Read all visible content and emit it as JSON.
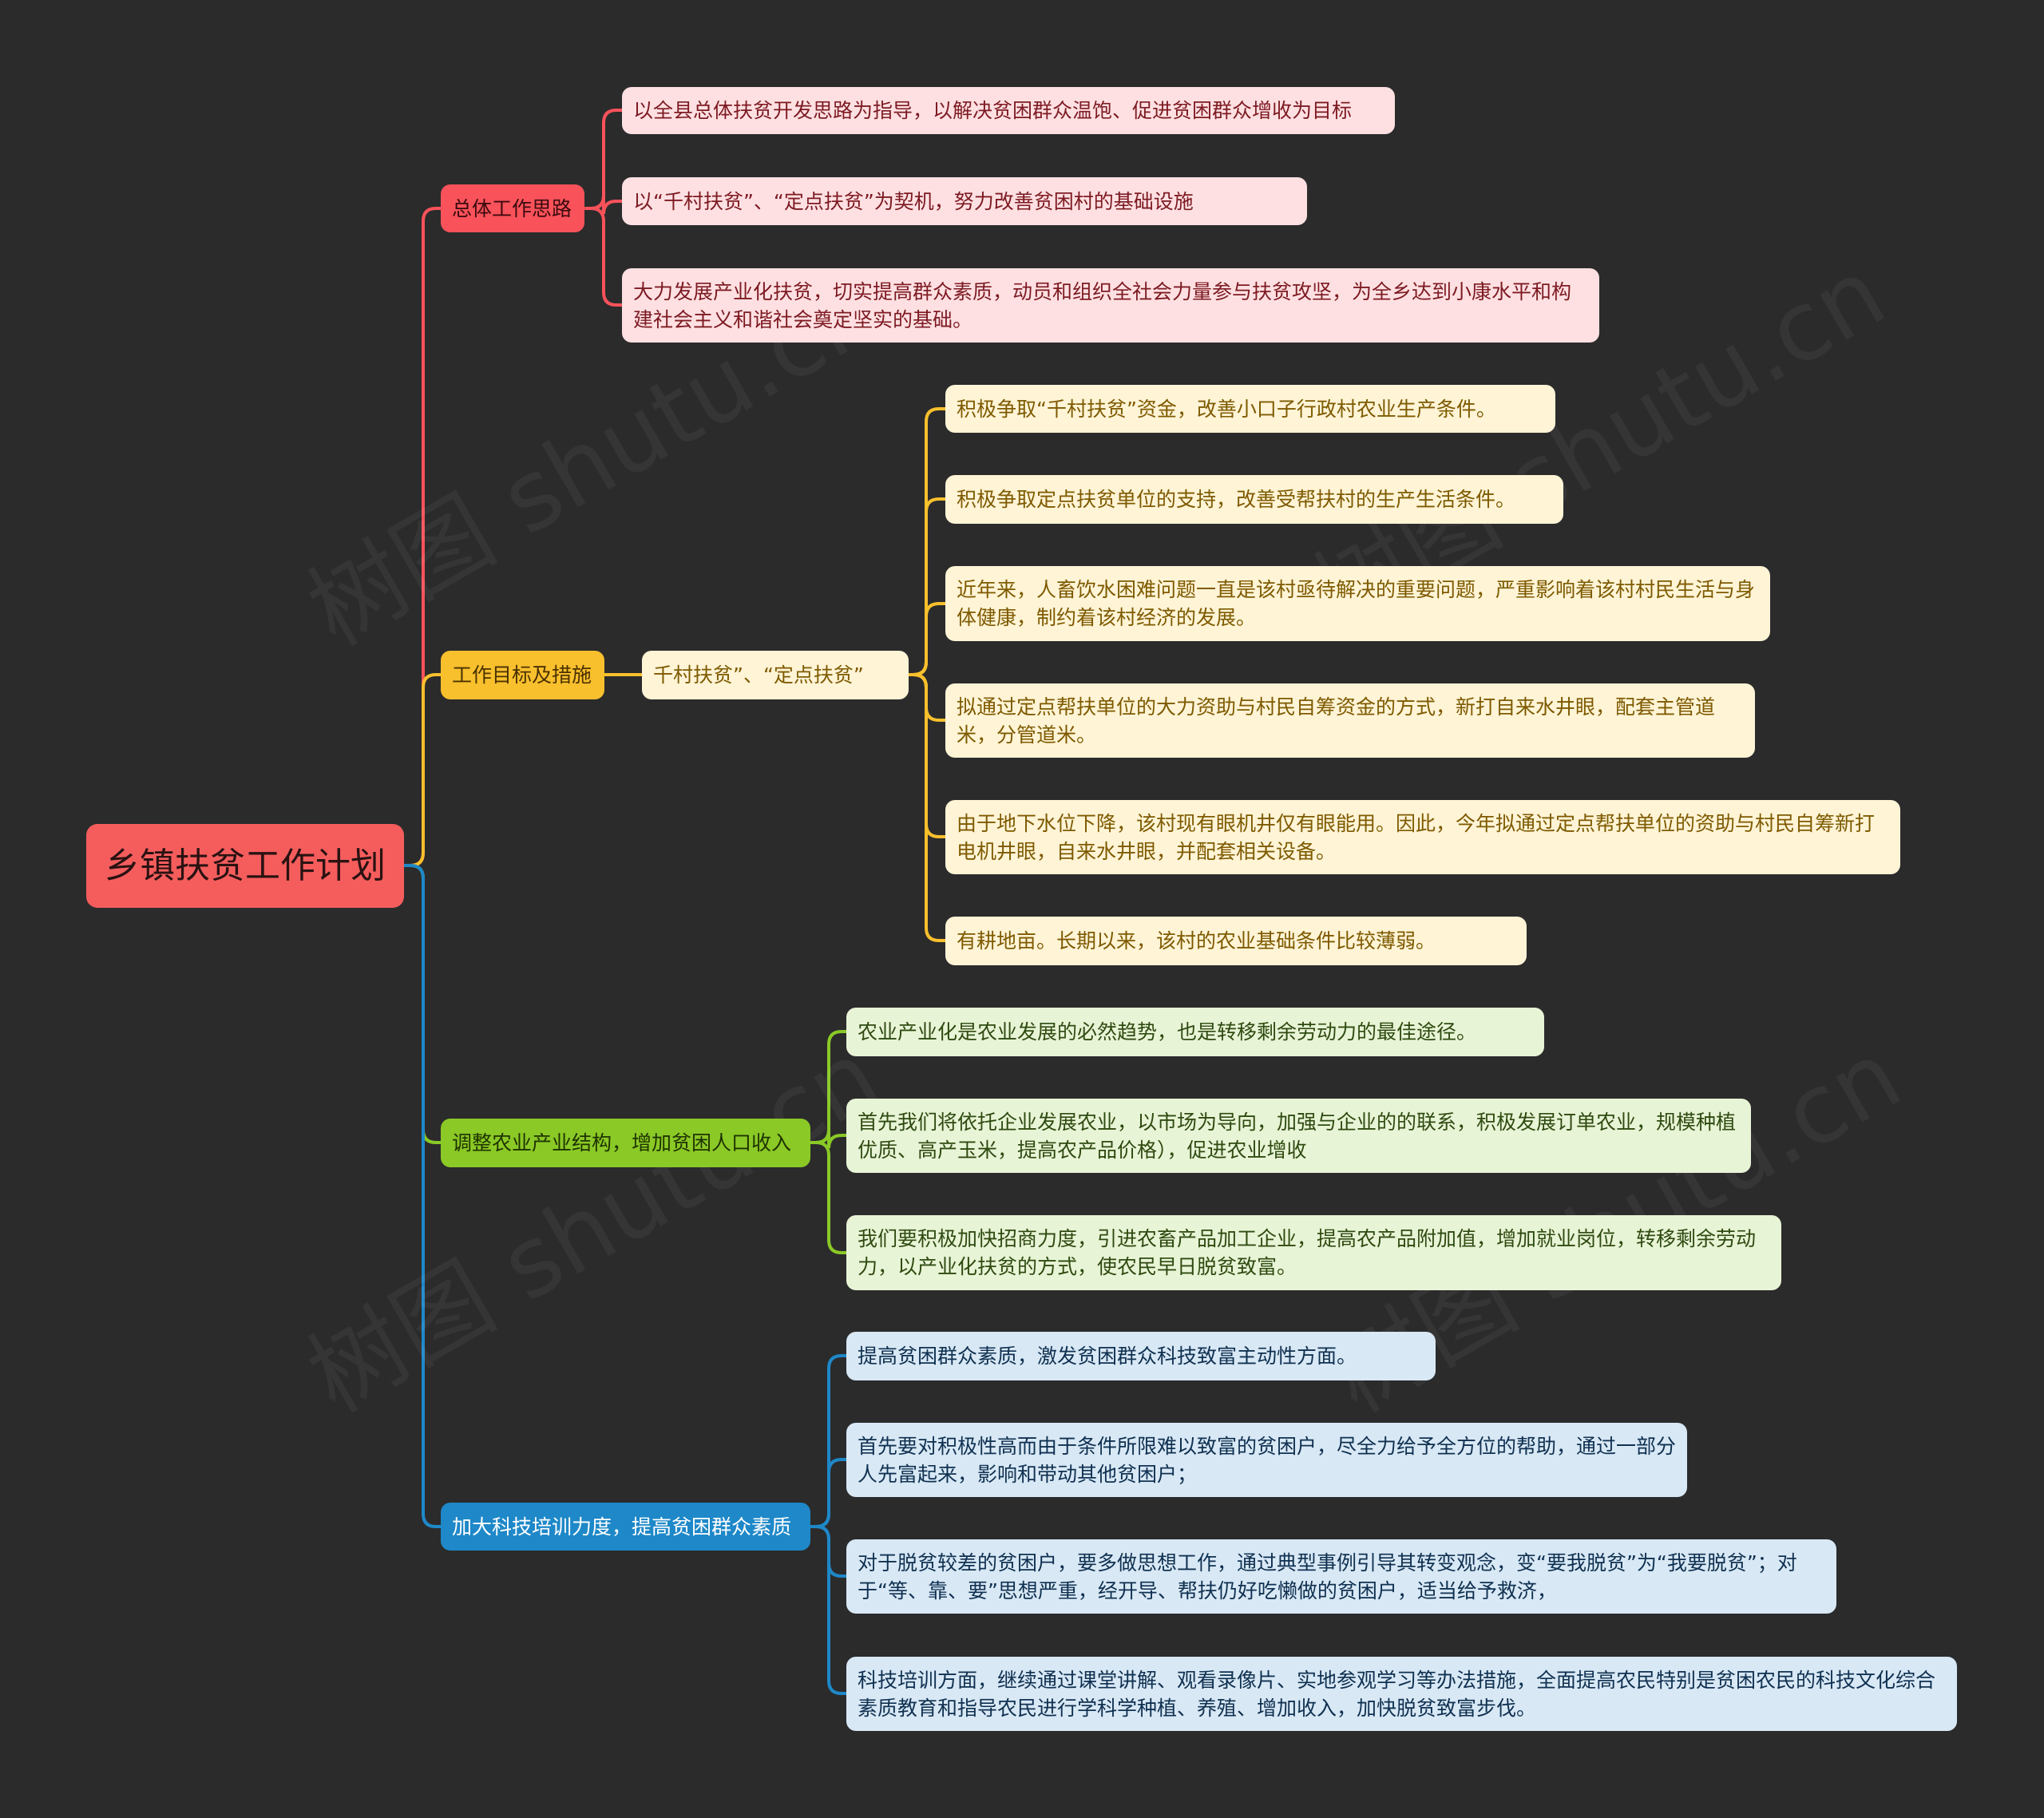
{
  "root": "乡镇扶贫工作计划",
  "colors": {
    "red": "#f9525a",
    "yellow": "#f9c02d",
    "green": "#8ac926",
    "blue": "#1e88c8",
    "connector": "#1e88c8"
  },
  "branches": [
    {
      "label": "总体工作思路",
      "children": [
        "以全县总体扶贫开发思路为指导，以解决贫困群众温饱、促进贫困群众增收为目标",
        "以“千村扶贫”、“定点扶贫”为契机，努力改善贫困村的基础设施",
        "大力发展产业化扶贫，切实提高群众素质，动员和组织全社会力量参与扶贫攻坚，为全乡达到小康水平和构建社会主义和谐社会奠定坚实的基础。"
      ]
    },
    {
      "label": "工作目标及措施",
      "sub": "千村扶贫”、“定点扶贫”",
      "children": [
        "积极争取“千村扶贫”资金，改善小口子行政村农业生产条件。",
        "积极争取定点扶贫单位的支持，改善受帮扶村的生产生活条件。",
        "近年来，人畜饮水困难问题一直是该村亟待解决的重要问题，严重影响着该村村民生活与身体健康，制约着该村经济的发展。",
        "拟通过定点帮扶单位的大力资助与村民自筹资金的方式，新打自来水井眼，配套主管道米，分管道米。",
        "由于地下水位下降，该村现有眼机井仅有眼能用。因此，今年拟通过定点帮扶单位的资助与村民自筹新打电机井眼，自来水井眼，并配套相关设备。",
        "有耕地亩。长期以来，该村的农业基础条件比较薄弱。"
      ]
    },
    {
      "label": "调整农业产业结构，增加贫困人口收入",
      "children": [
        "农业产业化是农业发展的必然趋势，也是转移剩余劳动力的最佳途径。",
        "首先我们将依托企业发展农业，以市场为导向，加强与企业的的联系，积极发展订单农业，规模种植优质、高产玉米，提高农产品价格），促进农业增收",
        "我们要积极加快招商力度，引进农畜产品加工企业，提高农产品附加值，增加就业岗位，转移剩余劳动力，以产业化扶贫的方式，使农民早日脱贫致富。"
      ]
    },
    {
      "label": "加大科技培训力度，提高贫困群众素质",
      "children": [
        "提高贫困群众素质，激发贫困群众科技致富主动性方面。",
        "首先要对积极性高而由于条件所限难以致富的贫困户，尽全力给予全方位的帮助，通过一部分人先富起来，影响和带动其他贫困户；",
        "对于脱贫较差的贫困户，要多做思想工作，通过典型事例引导其转变观念，变“要我脱贫”为“我要脱贫”；对于“等、靠、要”思想严重，经开导、帮扶仍好吃懒做的贫困户，适当给予救济，",
        "科技培训方面，继续通过课堂讲解、观看录像片、实地参观学习等办法措施，全面提高农民特别是贫困农民的科技文化综合素质教育和指导农民进行学科学种植、养殖、增加收入，加快脱贫致富步伐。"
      ]
    }
  ]
}
